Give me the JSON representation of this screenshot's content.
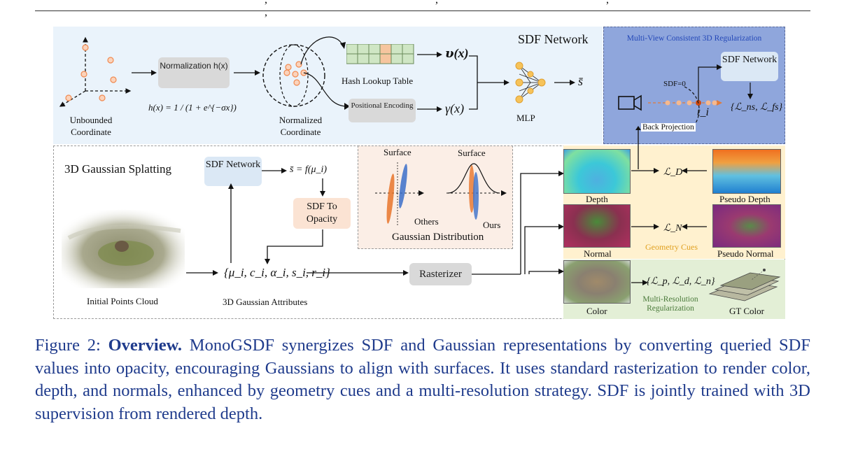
{
  "top_text": ", , , ,",
  "sdf_network": {
    "title": "SDF Network",
    "unbounded_label": "Unbounded Coordinate",
    "normalization_label": "Normalization h(x)",
    "h_formula": "h(x) = 1 / (1 + e^{−σx})",
    "normalized_label": "Normalized Coordinate",
    "hash_label": "Hash Lookup Table",
    "pe_label": "Positional Encoding",
    "v_out": "𝝊(x)",
    "gamma_out": "γ(x)",
    "mlp_label": "MLP",
    "s_bar": "s̄"
  },
  "multiview": {
    "title": "Multi-View Consistent 3D Regularization",
    "sdf_box": "SDF Network",
    "sdf_zero": "SDF=0",
    "t_i": "t_i",
    "back_projection": "Back Projection",
    "losses": "{ℒ_ns, ℒ_fs}"
  },
  "gaussian": {
    "title": "3D Gaussian Splatting",
    "sdf_box": "SDF Network",
    "s_formula": "s̄ = f(μ_i)",
    "sdf_to_opacity": "SDF To Opacity",
    "points_label": "Initial Points Cloud",
    "attributes": "{μ_i, c_i, α_i, s_i, r_i}",
    "attributes_label": "3D Gaussian Attributes",
    "rasterizer": "Rasterizer"
  },
  "distribution": {
    "surface_left": "Surface",
    "surface_right": "Surface",
    "others": "Others",
    "ours": "Ours",
    "title": "Gaussian Distribution"
  },
  "outputs": {
    "depth": "Depth",
    "pseudo_depth": "Pseudo Depth",
    "loss_d": "ℒ_D",
    "normal": "Normal",
    "pseudo_normal": "Pseudo Normal",
    "loss_n": "ℒ_N",
    "geometry_cues": "Geometry Cues",
    "color": "Color",
    "gt_color": "GT Color",
    "color_losses": "{ℒ_p, ℒ_d, ℒ_n}",
    "multires": "Multi-Resolution Regularization"
  },
  "caption": {
    "prefix": "Figure 2: ",
    "bold": "Overview.",
    "body": " MonoGSDF synergizes SDF and Gaussian representations by converting queried SDF values into opacity, encouraging Gaussians to align with surfaces. It uses standard rasterization to render color, depth, and normals, enhanced by geometry cues and a multi-resolution strategy. SDF is jointly trained with 3D supervision from rendered depth."
  },
  "colors": {
    "caption": "#1f3b8c",
    "multiview_bg": "#8fa6dc",
    "sdf_bg": "#eaf3fb",
    "geometry_bg": "#fff1cf",
    "color_bg": "#e3efd6",
    "point_orange": "#f4a97a",
    "geometry_cues_text": "#e0a020",
    "multires_text": "#4a7a3a"
  }
}
